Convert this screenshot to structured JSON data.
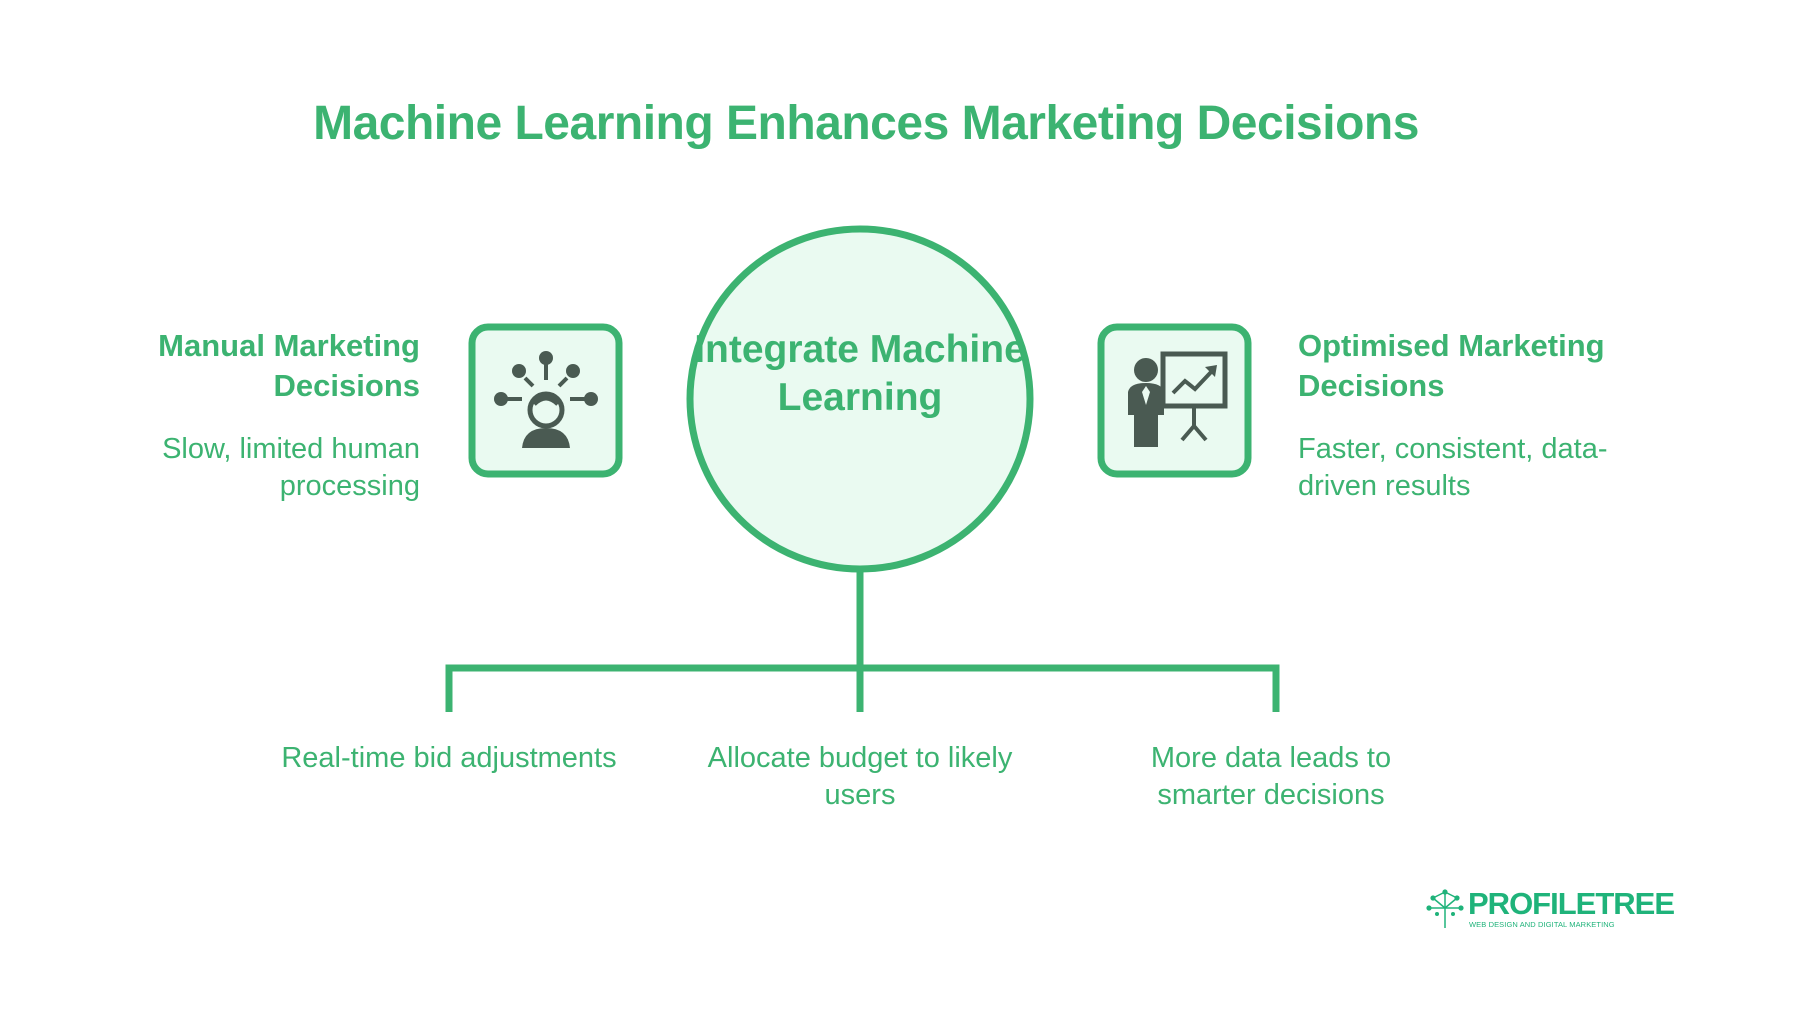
{
  "title": "Machine Learning Enhances Marketing Decisions",
  "center": {
    "label": "Integrate Machine Learning"
  },
  "left": {
    "title": "Manual Marketing Decisions",
    "description": "Slow, limited human processing",
    "icon": "person-network-icon"
  },
  "right": {
    "title": "Optimised Marketing Decisions",
    "description": "Faster, consistent, data-driven results",
    "icon": "presenter-chart-icon"
  },
  "branches": [
    {
      "text": "Real-time bid adjustments"
    },
    {
      "text": "Allocate budget to likely users"
    },
    {
      "text": "More data leads to smarter decisions"
    }
  ],
  "logo": {
    "name": "PROFILETREE",
    "tagline": "WEB DESIGN AND DIGITAL MARKETING"
  },
  "colors": {
    "accent": "#3cb371",
    "fill": "#eafaf1",
    "icon": "#4a5a52",
    "logo": "#1fb37a"
  }
}
